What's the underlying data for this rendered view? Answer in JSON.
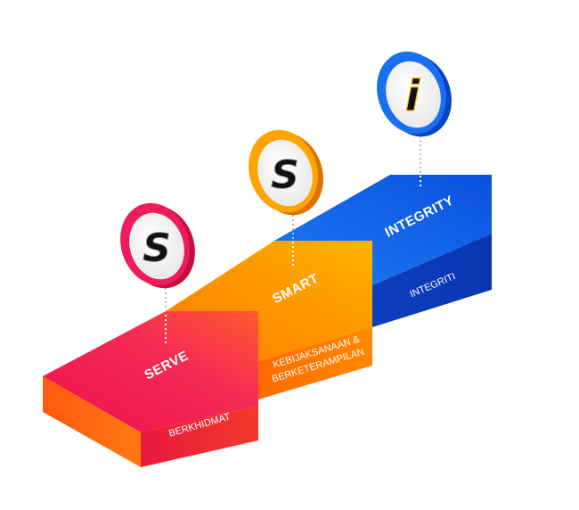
{
  "steps": [
    {
      "title": "SERVE",
      "subtitle": [
        "BERKHIDMAT"
      ],
      "icon_letter": "S",
      "color": "#ee1c5c"
    },
    {
      "title": "SMART",
      "subtitle": [
        "KEBIJAKSANAAN &",
        "BERKETERAMPILAN"
      ],
      "icon_letter": "S",
      "color": "#ff8a00"
    },
    {
      "title": "INTEGRITY",
      "subtitle": [
        "INTEGRITI"
      ],
      "icon_letter": "i",
      "color": "#1a6ff0"
    }
  ]
}
